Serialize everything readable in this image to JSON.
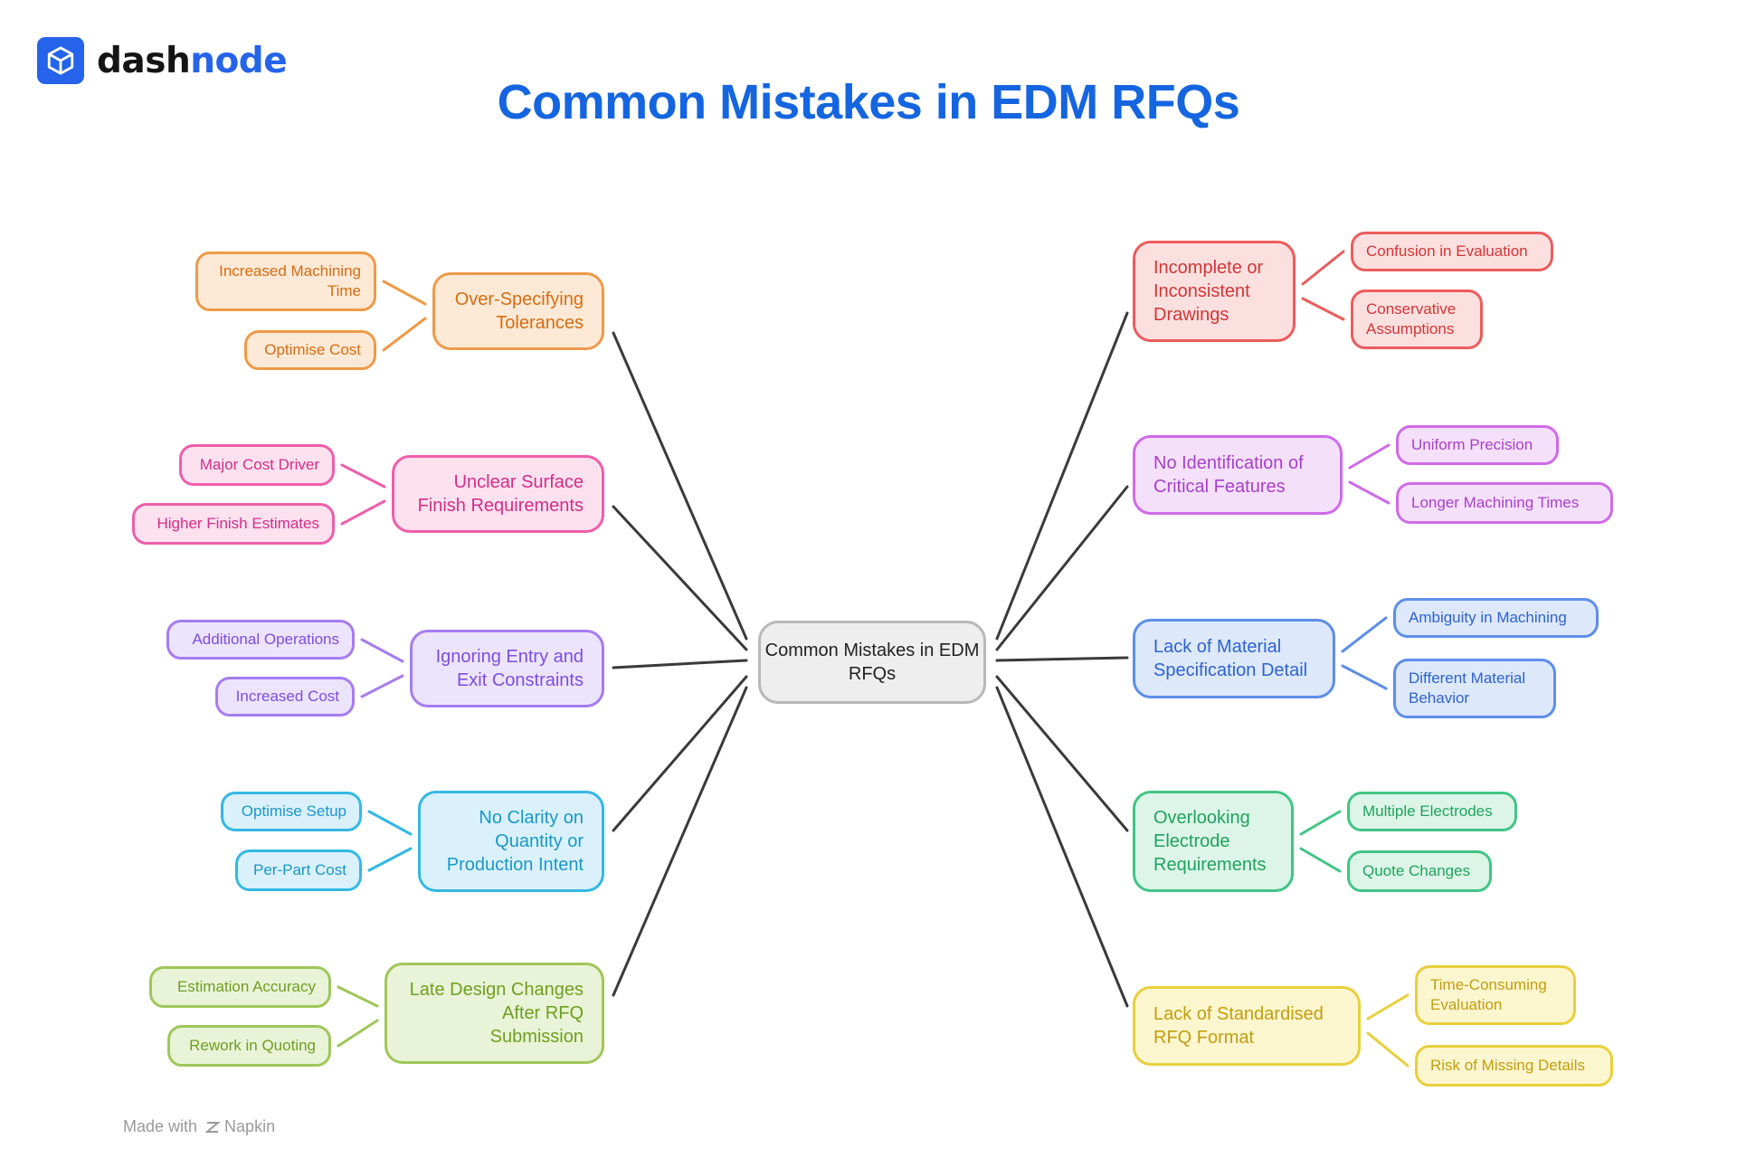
{
  "brand": {
    "name_dark": "dash",
    "name_accent": "node",
    "icon": "cube-icon",
    "color": "#2563eb"
  },
  "title": "Common Mistakes in EDM RFQs",
  "center": "Common Mistakes in\nEDM RFQs",
  "left": [
    {
      "label": "Over-Specifying\nTolerances",
      "color": "orange",
      "leaves": [
        "Increased Machining\nTime",
        "Optimise Cost"
      ]
    },
    {
      "label": "Unclear Surface\nFinish Requirements",
      "color": "pink",
      "leaves": [
        "Major Cost Driver",
        "Higher Finish Estimates"
      ]
    },
    {
      "label": "Ignoring Entry and\nExit Constraints",
      "color": "purple",
      "leaves": [
        "Additional Operations",
        "Increased Cost"
      ]
    },
    {
      "label": "No Clarity on\nQuantity or\nProduction Intent",
      "color": "cyan",
      "leaves": [
        "Optimise Setup",
        "Per-Part Cost"
      ]
    },
    {
      "label": "Late Design Changes\nAfter RFQ\nSubmission",
      "color": "lime",
      "leaves": [
        "Estimation Accuracy",
        "Rework in Quoting"
      ]
    }
  ],
  "right": [
    {
      "label": "Incomplete or\nInconsistent\nDrawings",
      "color": "red",
      "leaves": [
        "Confusion in Evaluation",
        "Conservative\nAssumptions"
      ]
    },
    {
      "label": "No Identification of\nCritical Features",
      "color": "violet",
      "leaves": [
        "Uniform Precision",
        "Longer Machining Times"
      ]
    },
    {
      "label": "Lack of Material\nSpecification Detail",
      "color": "blue",
      "leaves": [
        "Ambiguity in Machining",
        "Different Material\nBehavior"
      ]
    },
    {
      "label": "Overlooking\nElectrode\nRequirements",
      "color": "green",
      "leaves": [
        "Multiple Electrodes",
        "Quote Changes"
      ]
    },
    {
      "label": "Lack of Standardised\nRFQ Format",
      "color": "yellow",
      "leaves": [
        "Time-Consuming\nEvaluation",
        "Risk of Missing Details"
      ]
    }
  ],
  "colors": {
    "orange": "#ee9a48",
    "pink": "#ee5eaa",
    "purple": "#a67cf0",
    "cyan": "#34b8e4",
    "lime": "#9fc659",
    "red": "#ec5c5c",
    "violet": "#cf6ae8",
    "blue": "#5d8ee8",
    "green": "#42c484",
    "yellow": "#e8cf3c",
    "hub_line": "#3a3a3a"
  },
  "footer": {
    "made_with": "Made with",
    "tool": "Napkin",
    "icon": "napkin-icon"
  }
}
